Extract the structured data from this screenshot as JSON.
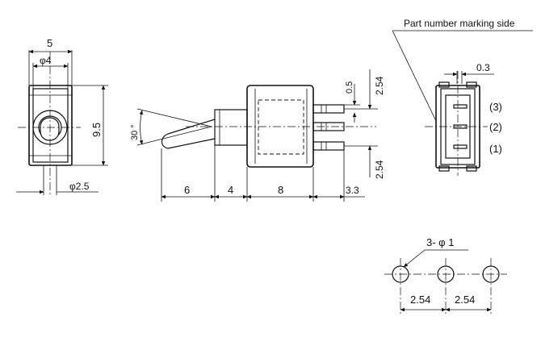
{
  "labels": {
    "front_width": "5",
    "front_bushing_dia": "φ4",
    "front_height": "9.5",
    "front_lever_dia": "φ2.5",
    "angle": "30 °",
    "dim_6": "6",
    "dim_4": "4",
    "dim_8": "8",
    "dim_3_3": "3.3",
    "pitch_top": "2.54",
    "pitch_bottom": "2.54",
    "terminal_thickness": "0.5",
    "part_marking": "Part number marking side",
    "terminal_width": "0.3",
    "term_3": "(3)",
    "term_2": "(2)",
    "term_1": "(1)",
    "holes": "3- φ 1",
    "hole_pitch_1": "2.54",
    "hole_pitch_2": "2.54"
  }
}
